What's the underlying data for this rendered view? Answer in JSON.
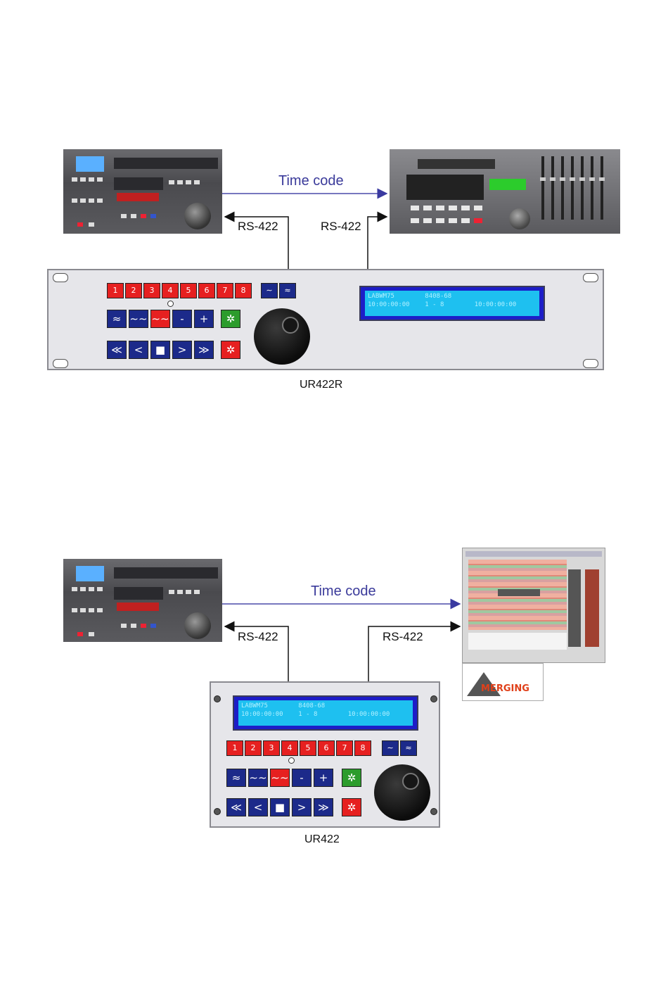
{
  "diagram_top": {
    "timecode_label": "Time code",
    "rs422_left_label": "RS-422",
    "rs422_right_label": "RS-422",
    "controller_name": "UR422R"
  },
  "diagram_bottom": {
    "timecode_label": "Time code",
    "rs422_left_label": "RS-422",
    "rs422_right_label": "RS-422",
    "controller_name": "UR422"
  },
  "controller": {
    "number_buttons": [
      "1",
      "2",
      "3",
      "4",
      "5",
      "6",
      "7",
      "8"
    ],
    "row2_buttons": [
      "≈",
      "∼∼",
      "∼∼",
      "-",
      "+",
      "✲"
    ],
    "transport_buttons": [
      "≪",
      "<",
      "■",
      ">",
      "≫",
      "✲"
    ],
    "lcd_line1": "LABWM75        8408-68",
    "lcd_line2": "10:00:00:00    1 - 8        10:00:00:00"
  },
  "logo_text": "MERGING",
  "colors": {
    "button_red": "#e62020",
    "button_blue": "#1c2a8a",
    "button_green": "#2c9c2c",
    "timecode_line": "#4a4aaa",
    "lcd_blue": "#1ec0f0"
  }
}
